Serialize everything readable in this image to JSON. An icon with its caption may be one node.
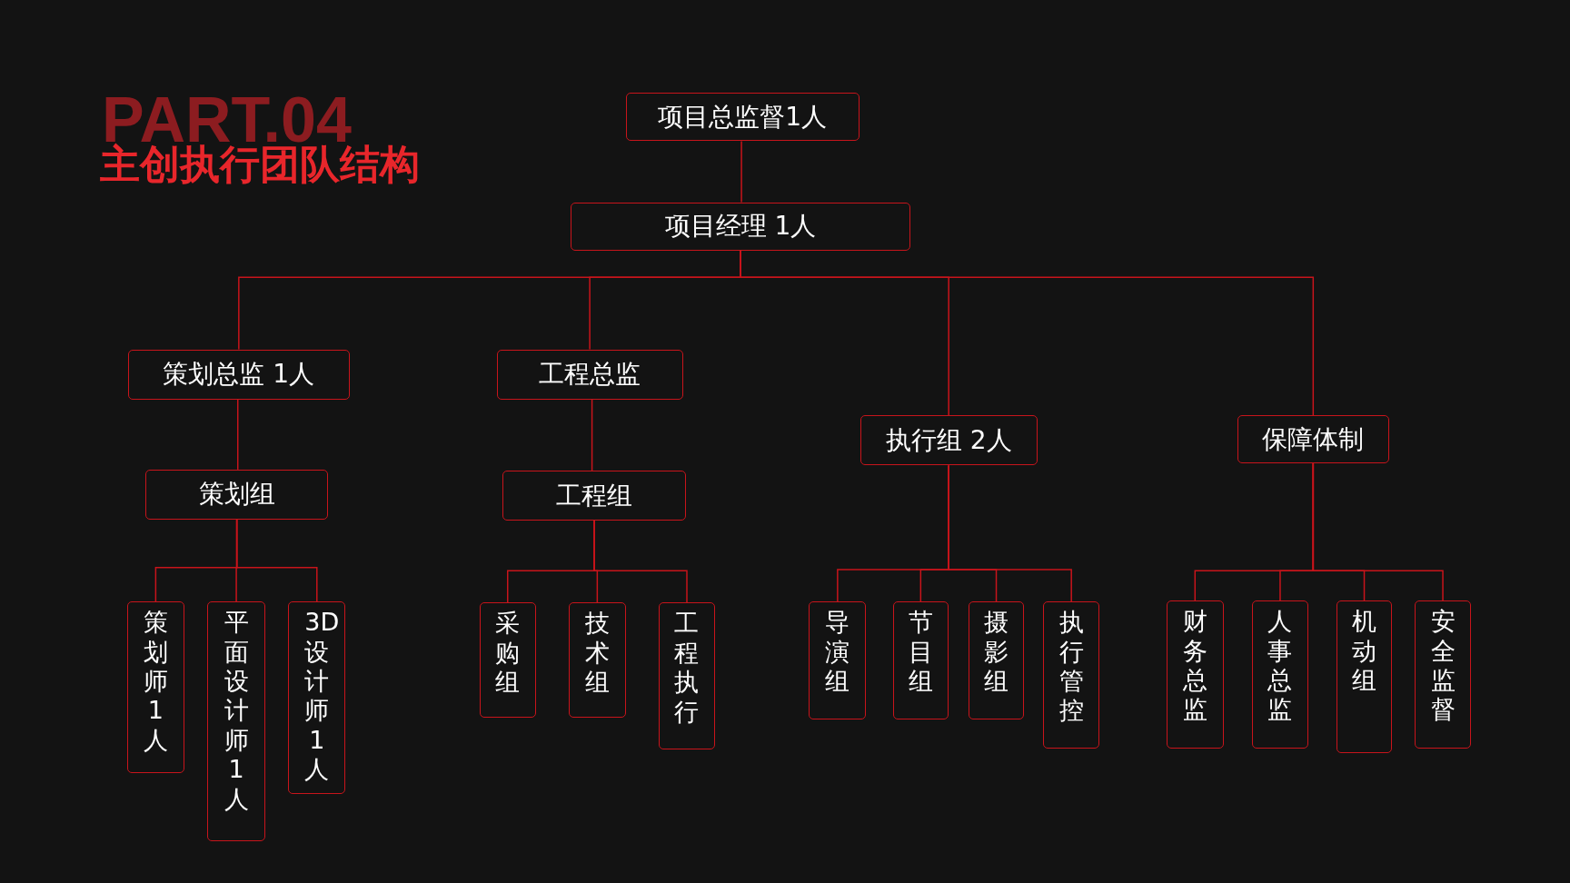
{
  "diagram": {
    "title": "主创执行团队结构",
    "nodes": [
      {
        "text": [
          "项目总监督1人"
        ]
      },
      {
        "text": [
          "项目经理 1人"
        ]
      },
      {
        "text": [
          "策划总监 1人"
        ]
      },
      {
        "text": [
          "工程总监"
        ]
      },
      {
        "text": [
          "执行组 2人"
        ]
      },
      {
        "text": [
          "保障体制"
        ]
      },
      {
        "text": [
          "策划组"
        ]
      },
      {
        "text": [
          "工程组"
        ]
      },
      {
        "text": [
          "策划师1人"
        ]
      },
      {
        "text": [
          "平面设计师1人"
        ]
      },
      {
        "text": [
          "3D设计师1人"
        ]
      },
      {
        "text": [
          "采购组"
        ]
      },
      {
        "text": [
          "技术组"
        ]
      },
      {
        "text": [
          "工程执行"
        ]
      },
      {
        "text": [
          "导演组"
        ]
      },
      {
        "text": [
          "节目组"
        ]
      },
      {
        "text": [
          "摄影组"
        ]
      },
      {
        "text": [
          "执行管控"
        ]
      },
      {
        "text": [
          "财务总监"
        ]
      },
      {
        "text": [
          "人事总监"
        ]
      },
      {
        "text": [
          "机动组"
        ]
      },
      {
        "text": [
          "安全监督"
        ]
      }
    ],
    "edges": [
      {
        "from": 0,
        "to": 1,
        "arrow": "none"
      },
      {
        "from": 1,
        "to": 2,
        "arrow": "none"
      },
      {
        "from": 1,
        "to": 3,
        "arrow": "none"
      },
      {
        "from": 1,
        "to": 4,
        "arrow": "none"
      },
      {
        "from": 1,
        "to": 5,
        "arrow": "none"
      },
      {
        "from": 2,
        "to": 6,
        "arrow": "none"
      },
      {
        "from": 3,
        "to": 7,
        "arrow": "none"
      },
      {
        "from": 6,
        "to": 8,
        "arrow": "none"
      },
      {
        "from": 6,
        "to": 9,
        "arrow": "none"
      },
      {
        "from": 6,
        "to": 10,
        "arrow": "none"
      },
      {
        "from": 7,
        "to": 11,
        "arrow": "none"
      },
      {
        "from": 7,
        "to": 12,
        "arrow": "none"
      },
      {
        "from": 7,
        "to": 13,
        "arrow": "none"
      },
      {
        "from": 4,
        "to": 14,
        "arrow": "none"
      },
      {
        "from": 4,
        "to": 15,
        "arrow": "none"
      },
      {
        "from": 4,
        "to": 16,
        "arrow": "none"
      },
      {
        "from": 4,
        "to": 17,
        "arrow": "none"
      },
      {
        "from": 5,
        "to": 18,
        "arrow": "none"
      },
      {
        "from": 5,
        "to": 19,
        "arrow": "none"
      },
      {
        "from": 5,
        "to": 20,
        "arrow": "none"
      },
      {
        "from": 5,
        "to": 21,
        "arrow": "none"
      }
    ],
    "labels": [
      "PART.04"
    ]
  }
}
